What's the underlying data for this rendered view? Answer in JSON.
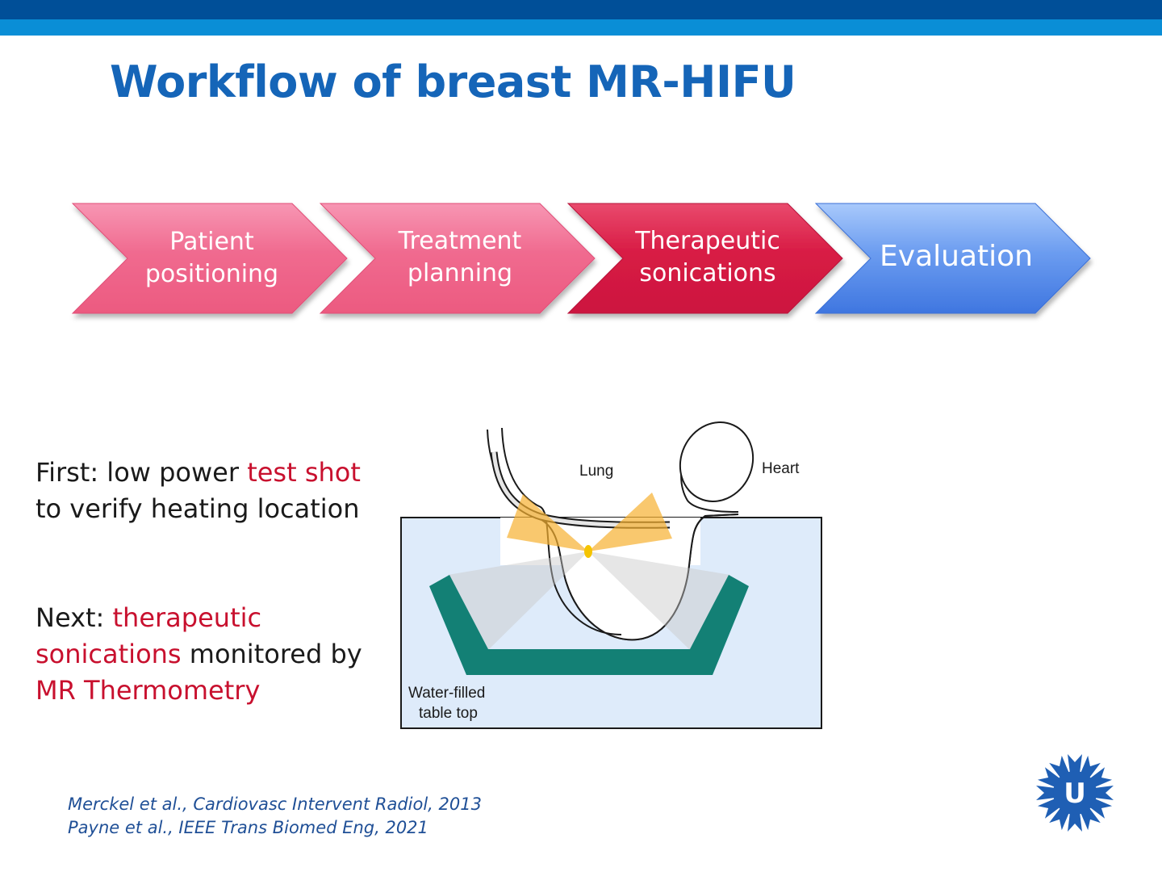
{
  "slide": {
    "title": "Workflow of breast MR-HIFU",
    "colors": {
      "dark_blue_bar": "#004f98",
      "light_blue_bar": "#0a8ed6",
      "title": "#1565b8",
      "highlight_red": "#c8102e"
    }
  },
  "workflow": {
    "steps": [
      {
        "line1": "Patient",
        "line2": "positioning",
        "color": "#f0668a",
        "state": "completed"
      },
      {
        "line1": "Treatment",
        "line2": "planning",
        "color": "#f0668a",
        "state": "completed"
      },
      {
        "line1": "Therapeutic",
        "line2": "sonications",
        "color": "#d81b44",
        "state": "current"
      },
      {
        "line1": "Evaluation",
        "line2": "",
        "color": "#5b8ee8",
        "state": "upcoming"
      }
    ]
  },
  "text": {
    "p1": {
      "a": "First: low power ",
      "b": "test shot",
      "c": " to verify heating location"
    },
    "p2": {
      "a": "Next: ",
      "b": "therapeutic sonications",
      "c": " monitored by ",
      "d": "MR Thermometry"
    }
  },
  "diagram": {
    "labels": {
      "lung": "Lung",
      "heart": "Heart",
      "table_line1": "Water-filled",
      "table_line2": "table top"
    },
    "colors": {
      "water": "#deebfa",
      "transducer": "#138075",
      "beam": "#f7b030",
      "focus": "#f5c400"
    }
  },
  "references": [
    "Merckel et al., Cardiovasc Intervent Radiol, 2013",
    "Payne et al., IEEE Trans Biomed Eng, 2021"
  ],
  "logo": {
    "letter": "U",
    "color": "#1f5fb4"
  }
}
